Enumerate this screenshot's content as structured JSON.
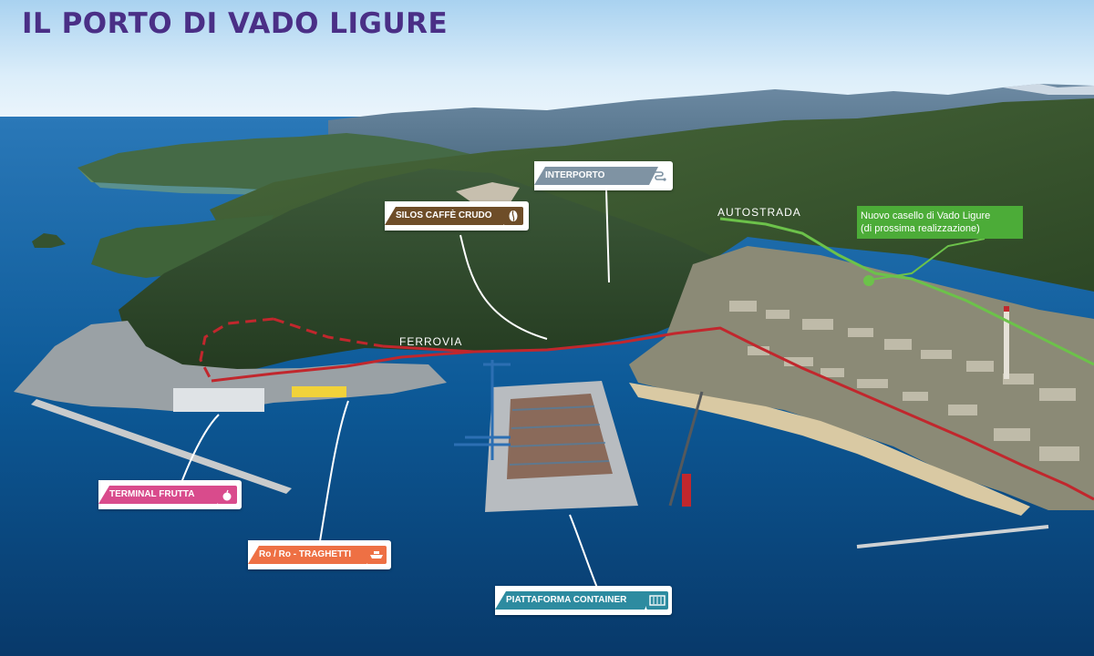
{
  "title": "IL PORTO DI VADO LIGURE",
  "map_labels": {
    "autostrada": "AUTOSTRADA",
    "ferrovia": "FERROVIA"
  },
  "callouts": {
    "interporto": {
      "label": "INTERPORTO",
      "color": "#7f93a3",
      "icon": "transfer-route-icon"
    },
    "silos": {
      "label": "SILOS CAFFÈ CRUDO",
      "color": "#6e4d28",
      "icon": "coffee-bean-icon"
    },
    "terminal_frutta": {
      "label": "TERMINAL FRUTTA",
      "color": "#d94b8c",
      "icon": "apple-icon"
    },
    "roro": {
      "label": "Ro / Ro - TRAGHETTI",
      "color": "#ee7044",
      "icon": "ferry-icon"
    },
    "container": {
      "label": "PIATTAFORMA CONTAINER",
      "color": "#2d8ba0",
      "icon": "container-icon"
    }
  },
  "casello": {
    "line1": "Nuovo casello di Vado Ligure",
    "line2": "(di prossima realizzazione)",
    "color": "#4cac38"
  },
  "colors": {
    "title": "#4a2f86",
    "railway": "#c1272d",
    "highway": "#6cc24a",
    "sea": "#0b4f8a",
    "sky": "#cfe6f7"
  }
}
